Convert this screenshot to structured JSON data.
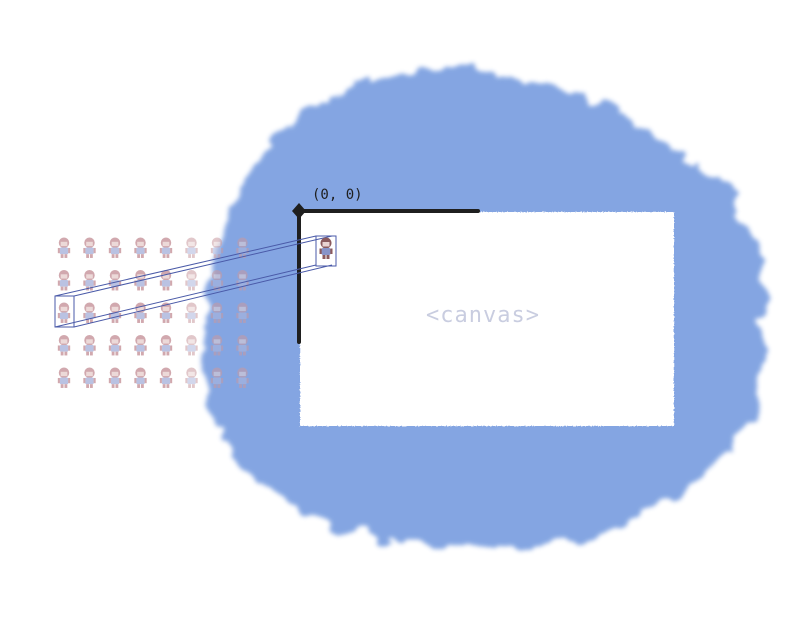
{
  "diagram": {
    "origin_label": "(0, 0)",
    "canvas_label": "<canvas>",
    "colors": {
      "blob": "#7ea1e1",
      "canvas_fill": "#ffffff",
      "axis": "#1f1f1f",
      "canvas_text": "#c9cde0",
      "sprite_body": "#c99aa0",
      "sprite_shirt": "#aeb8de",
      "selection": "#4a5aa8"
    },
    "sprite_sheet": {
      "rows": 5,
      "columns": 8,
      "selected_row": 3,
      "selected_column": 1
    },
    "icons": [
      "sprite-character-icon",
      "origin-dot-icon"
    ]
  }
}
